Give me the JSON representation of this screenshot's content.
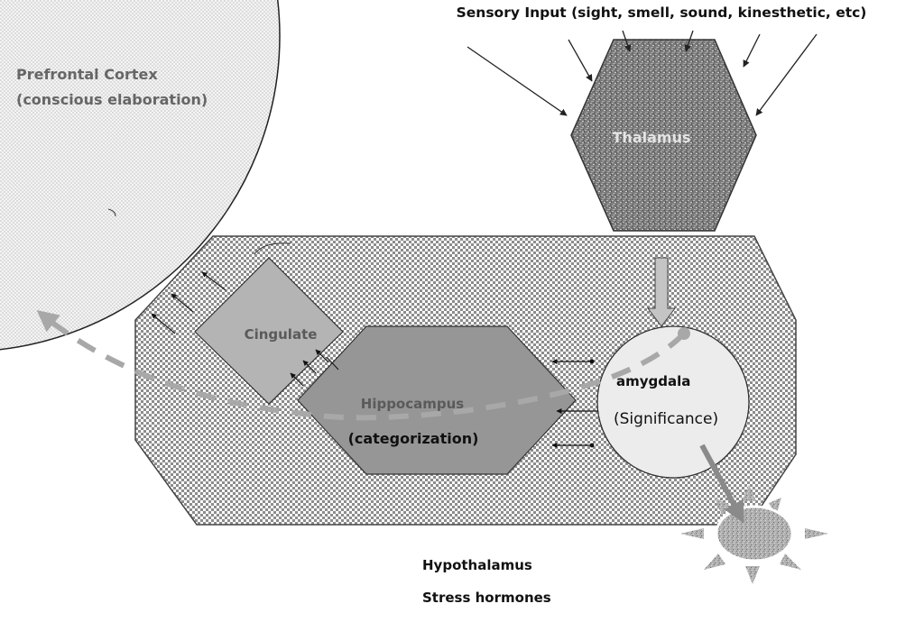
{
  "title": "Sensory Input (sight, smell, sound, kinesthetic, etc)",
  "regions": {
    "prefrontal": {
      "line1": "Prefrontal Cortex",
      "line2": "(conscious elaboration)"
    },
    "thalamus": {
      "label": "Thalamus"
    },
    "cingulate": {
      "label": "Cingulate"
    },
    "hippocampus": {
      "label": "Hippocampus",
      "sublabel": "(categorization)"
    },
    "amygdala": {
      "label": "amygdala",
      "sublabel": "(Significance)"
    },
    "hypothalamus": {
      "label": "Hypothalamus",
      "sublabel": "Stress hormones"
    }
  },
  "colors": {
    "background": "#ffffff",
    "prefrontal_fill": "#eeeeee",
    "limbic_fill_a": "#8c8c8c",
    "limbic_fill_b": "#ffffff",
    "thalamus_fill": "#7a7a7a",
    "cingulate_fill": "#b4b4b4",
    "hippocampus_fill": "#969696",
    "amygdala_fill": "#ececec",
    "dashed_path": "#a8a8a8",
    "arrow_gray": "#8a8a8a",
    "text_dark": "#111111",
    "text_gray": "#5a5a5a"
  },
  "icons": {
    "sensory_arrows": "arrow-icon",
    "sun_burst": "sun-icon"
  }
}
